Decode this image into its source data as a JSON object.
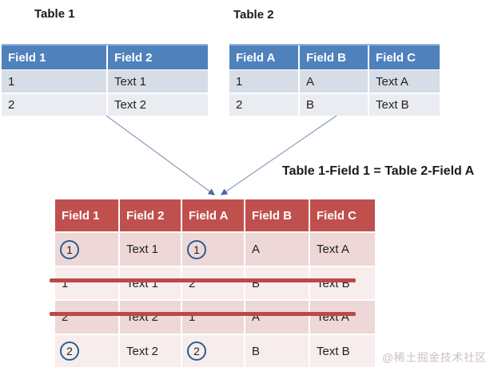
{
  "page": {
    "join_condition": "Table 1-Field 1 = Table 2-Field A",
    "watermark": "@稀土掘金技术社区"
  },
  "table1": {
    "title": "Table 1",
    "headers": [
      "Field 1",
      "Field 2"
    ],
    "rows": [
      [
        "1",
        "Text 1"
      ],
      [
        "2",
        "Text 2"
      ]
    ]
  },
  "table2": {
    "title": "Table 2",
    "headers": [
      "Field A",
      "Field B",
      "Field C"
    ],
    "rows": [
      [
        "1",
        "A",
        "Text A"
      ],
      [
        "2",
        "B",
        "Text B"
      ]
    ]
  },
  "result_table": {
    "headers": [
      "Field 1",
      "Field 2",
      "Field A",
      "Field B",
      "Field C"
    ],
    "rows": [
      {
        "cells": [
          "1",
          "Text 1",
          "1",
          "A",
          "Text A"
        ],
        "circled_columns": [
          0,
          2
        ],
        "struck": false
      },
      {
        "cells": [
          "1",
          "Text 1",
          "2",
          "B",
          "Text B"
        ],
        "circled_columns": [],
        "struck": true
      },
      {
        "cells": [
          "2",
          "Text 2",
          "1",
          "A",
          "Text A"
        ],
        "circled_columns": [],
        "struck": true
      },
      {
        "cells": [
          "2",
          "Text 2",
          "2",
          "B",
          "Text B"
        ],
        "circled_columns": [
          0,
          2
        ],
        "struck": false
      }
    ]
  },
  "colors": {
    "blue_header": "#4f81bd",
    "blue_header_top_edge": "#95b3d7",
    "blue_row_odd": "#d7dde7",
    "blue_row_even": "#eaecf2",
    "red_header": "#c0504d",
    "red_row_odd": "#edd8d7",
    "red_row_even": "#f7edec",
    "strike_line": "#b94a48",
    "circle_outline": "#2e5c8f",
    "arrow_line": "#8b9bb4",
    "arrow_head": "#4a69a5"
  }
}
